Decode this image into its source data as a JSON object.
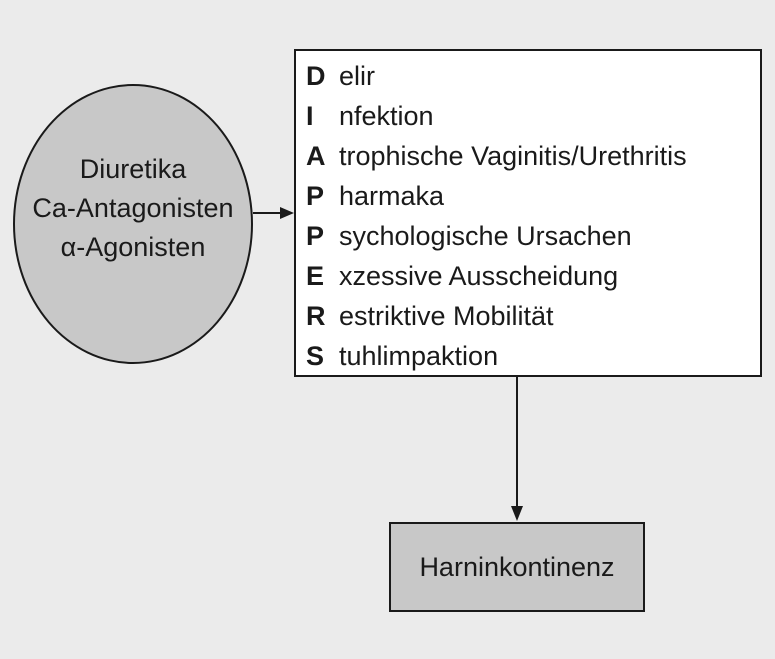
{
  "ellipse": {
    "lines": [
      "Diuretika",
      "Ca-Antagonisten",
      "α-Agonisten"
    ],
    "fill": "#c8c8c8"
  },
  "acronym": {
    "rows": [
      {
        "letter": "D",
        "rest": "elir"
      },
      {
        "letter": "I",
        "rest": "nfektion"
      },
      {
        "letter": "A",
        "rest": "trophische Vaginitis/Urethritis"
      },
      {
        "letter": "P",
        "rest": "harmaka"
      },
      {
        "letter": "P",
        "rest": "sychologische Ursachen"
      },
      {
        "letter": "E",
        "rest": "xzessive Ausscheidung"
      },
      {
        "letter": "R",
        "rest": "estriktive Mobilität"
      },
      {
        "letter": "S",
        "rest": "tuhlimpaktion"
      }
    ]
  },
  "result": {
    "label": "Harninkontinenz",
    "fill": "#c8c8c8"
  },
  "colors": {
    "background": "#ebebeb",
    "stroke": "#1a1a1a"
  }
}
